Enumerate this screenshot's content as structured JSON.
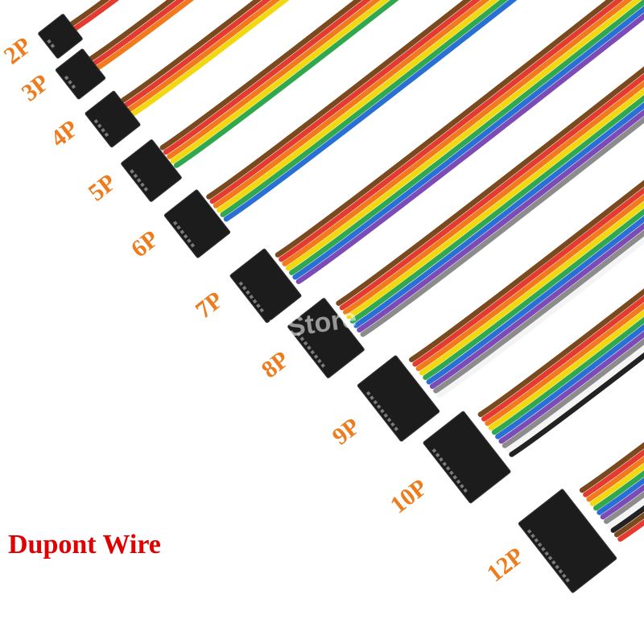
{
  "image": {
    "description_free": true,
    "title": "Dupont Wire",
    "watermark": "ICEStore",
    "label_color": "#ee7b1c",
    "title_color": "#e00000",
    "wire_colors": [
      "#7a4a1e",
      "#e53a2f",
      "#f07a1c",
      "#f2d80f",
      "#2fa84f",
      "#2a6fd6",
      "#7d4bb5",
      "#8c8c8c",
      "#f4f4f4",
      "#222222",
      "#7a4a1e",
      "#e53a2f"
    ],
    "connectors": [
      {
        "label": "2P",
        "pins": 2
      },
      {
        "label": "3P",
        "pins": 3
      },
      {
        "label": "4P",
        "pins": 4
      },
      {
        "label": "5P",
        "pins": 5
      },
      {
        "label": "6P",
        "pins": 6
      },
      {
        "label": "7P",
        "pins": 7
      },
      {
        "label": "8P",
        "pins": 8
      },
      {
        "label": "9P",
        "pins": 9
      },
      {
        "label": "10P",
        "pins": 10
      },
      {
        "label": "12P",
        "pins": 12
      }
    ]
  }
}
